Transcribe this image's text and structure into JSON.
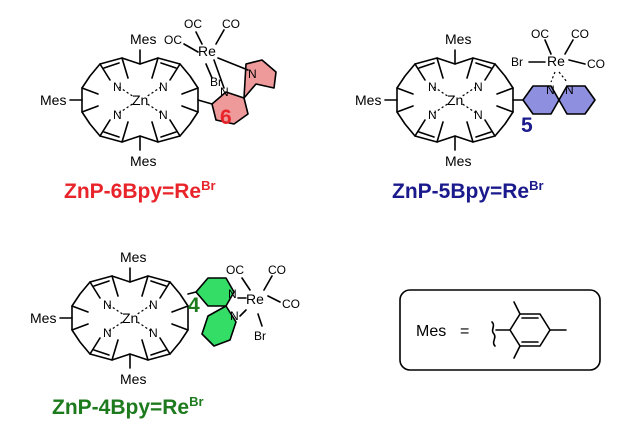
{
  "labels": {
    "mes": "Mes",
    "zn": "Zn",
    "n": "N",
    "re": "Re",
    "br": "Br",
    "co_right": "CO",
    "co_left": "OC"
  },
  "molecules": [
    {
      "caption": "ZnP-6Bpy=Re",
      "caption_sup": "Br",
      "position_label": "6",
      "color": "#e8242a",
      "ring_fill": "#ee9a9a"
    },
    {
      "caption": "ZnP-5Bpy=Re",
      "caption_sup": "Br",
      "position_label": "5",
      "color": "#1a1a8c",
      "ring_fill": "#8f8fe0"
    },
    {
      "caption": "ZnP-4Bpy=Re",
      "caption_sup": "Br",
      "position_label": "4",
      "color": "#1d7a1d",
      "ring_fill": "#33dd66"
    }
  ],
  "key": {
    "label": "Mes",
    "equals": "="
  }
}
